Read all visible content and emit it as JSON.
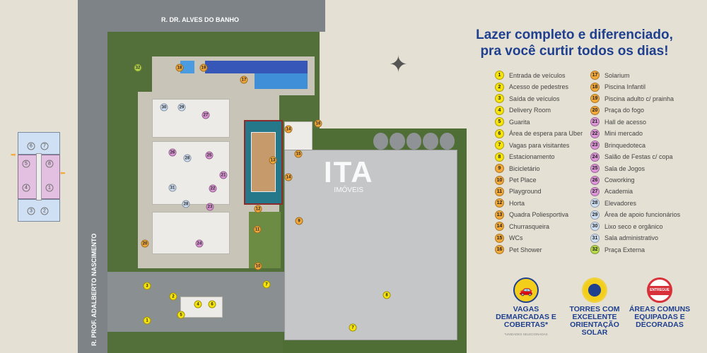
{
  "header": {
    "line1": "Lazer completo e diferenciado,",
    "line2": "pra você curtir todos os dias!"
  },
  "streets": {
    "top": "R. DR. ALVES DO BANHO",
    "left": "R. PROF. ADALBERTO NASCIMENTO"
  },
  "watermark": {
    "brand": "ITA",
    "sub": "IMÓVEIS"
  },
  "colors": {
    "title": "#1f3f8f",
    "access": "#f6e40c",
    "leisure": "#f2a93a",
    "indoor": "#dc96d6",
    "service": "#cfe0f4",
    "external": "#b6d94c"
  },
  "legend": [
    {
      "n": "1",
      "label": "Entrada de veículos",
      "cat": "y"
    },
    {
      "n": "2",
      "label": "Acesso de pedestres",
      "cat": "y"
    },
    {
      "n": "3",
      "label": "Saída de veículos",
      "cat": "y"
    },
    {
      "n": "4",
      "label": "Delivery Room",
      "cat": "y"
    },
    {
      "n": "5",
      "label": "Guarita",
      "cat": "y"
    },
    {
      "n": "6",
      "label": "Área de espera para Uber",
      "cat": "y"
    },
    {
      "n": "7",
      "label": "Vagas para visitantes",
      "cat": "y"
    },
    {
      "n": "8",
      "label": "Estacionamento",
      "cat": "y"
    },
    {
      "n": "9",
      "label": "Bicicletário",
      "cat": "o"
    },
    {
      "n": "10",
      "label": "Pet Place",
      "cat": "o"
    },
    {
      "n": "11",
      "label": "Playground",
      "cat": "o"
    },
    {
      "n": "12",
      "label": "Horta",
      "cat": "o"
    },
    {
      "n": "13",
      "label": "Quadra Poliesportiva",
      "cat": "o"
    },
    {
      "n": "14",
      "label": "Churrasqueira",
      "cat": "o"
    },
    {
      "n": "15",
      "label": "WCs",
      "cat": "o"
    },
    {
      "n": "16",
      "label": "Pet Shower",
      "cat": "o"
    },
    {
      "n": "17",
      "label": "Solarium",
      "cat": "o"
    },
    {
      "n": "18",
      "label": "Piscina Infantil",
      "cat": "o"
    },
    {
      "n": "19",
      "label": "Piscina adulto c/ prainha",
      "cat": "o"
    },
    {
      "n": "20",
      "label": "Praça do fogo",
      "cat": "o"
    },
    {
      "n": "21",
      "label": "Hall de acesso",
      "cat": "p"
    },
    {
      "n": "22",
      "label": "Mini mercado",
      "cat": "p"
    },
    {
      "n": "23",
      "label": "Brinquedoteca",
      "cat": "p"
    },
    {
      "n": "24",
      "label": "Salão de Festas c/ copa",
      "cat": "p"
    },
    {
      "n": "25",
      "label": "Sala de Jogos",
      "cat": "p"
    },
    {
      "n": "26",
      "label": "Coworking",
      "cat": "p"
    },
    {
      "n": "27",
      "label": "Academia",
      "cat": "p"
    },
    {
      "n": "28",
      "label": "Elevadores",
      "cat": "b"
    },
    {
      "n": "29",
      "label": "Área de apoio funcionários",
      "cat": "b"
    },
    {
      "n": "30",
      "label": "Lixo seco e orgânico",
      "cat": "b"
    },
    {
      "n": "31",
      "label": "Sala administrativo",
      "cat": "b"
    },
    {
      "n": "32",
      "label": "Praça Externa",
      "cat": "g"
    }
  ],
  "features": [
    {
      "title": "VAGAS DEMARCADAS E COBERTAS*",
      "note": "*UNIDADES SELECIONADAS",
      "icon": "car-parking-icon"
    },
    {
      "title": "TORRES COM EXCELENTE ORIENTAÇÃO SOLAR",
      "icon": "sun-icon"
    },
    {
      "title": "ÁREAS COMUNS EQUIPADAS E DECORADAS",
      "icon": "entregue-stamp-icon",
      "stamp": "ENTREGUE"
    }
  ],
  "tower_plan": {
    "units": [
      "6",
      "7",
      "5",
      "8",
      "4",
      "1",
      "3",
      "2"
    ]
  }
}
